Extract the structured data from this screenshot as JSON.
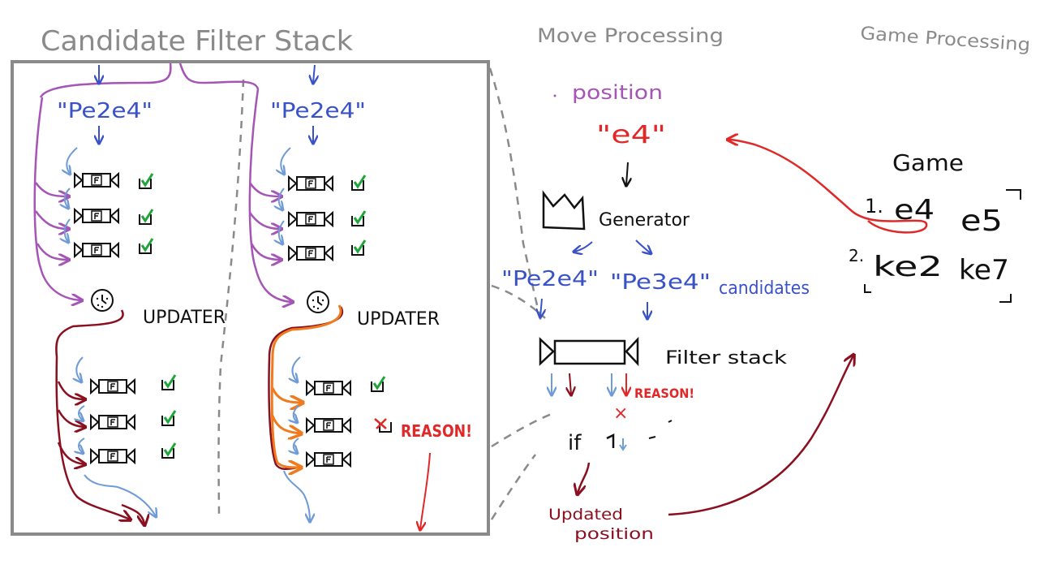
{
  "headers": {
    "candidate_filter_stack": "Candidate Filter Stack",
    "move_processing": "Move Processing",
    "game_processing": "Game Processing"
  },
  "left_panel": {
    "column_a": {
      "move": "\"Pe2e4\"",
      "updater": "UPDATER",
      "filter_glyph": "F",
      "check_glyph": "✓"
    },
    "column_b": {
      "move": "\"Pe2e4\"",
      "updater": "UPDATER",
      "filter_glyph": "F",
      "check_glyph": "✓",
      "reject_glyph": "✗",
      "reason": "REASON!"
    }
  },
  "move_processing": {
    "position_label": "position",
    "position_value": "\"e4\"",
    "generator": "Generator",
    "candidate_1": "\"Pe2e4\"",
    "candidate_2": "\"Pe3e4\"",
    "candidates_label": "candidates",
    "filter_stack": "Filter stack",
    "reason": "REASON!",
    "reject_glyph": "×",
    "if_label": "if",
    "updated_position_line1": "Updated",
    "updated_position_line2": "position"
  },
  "game": {
    "title": "Game",
    "row1_number": "1.",
    "row1_white": "e4",
    "row1_black": "e5",
    "row2_number": "2.",
    "row2_white": "ke2",
    "row2_black": "ke7"
  },
  "colors": {
    "gray": "#8a8a8a",
    "blue": "#3a52c8",
    "light_blue": "#6f9bd6",
    "purple": "#a455b5",
    "dark_red": "#8a1020",
    "orange": "#f07a1e",
    "red": "#e02828",
    "green": "#1fa53a",
    "black": "#111111"
  }
}
